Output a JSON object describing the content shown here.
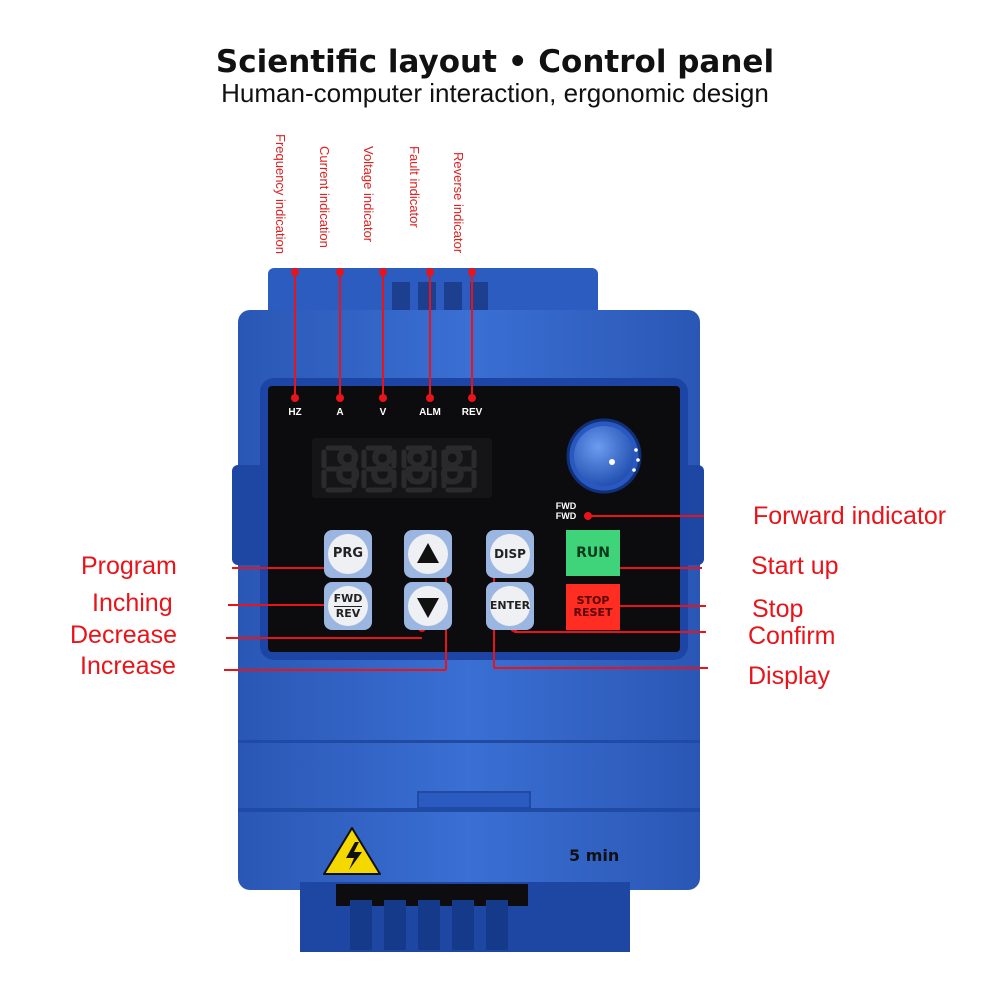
{
  "header": {
    "title": "Scientific layout • Control panel",
    "subtitle": "Human-computer interaction, ergonomic design"
  },
  "top_callouts": [
    {
      "id": "frequency",
      "text": "Frequency indication"
    },
    {
      "id": "current",
      "text": "Current indication"
    },
    {
      "id": "voltage",
      "text": "Voltage indicator"
    },
    {
      "id": "fault",
      "text": "Fault indicator"
    },
    {
      "id": "reverse",
      "text": "Reverse indicator"
    }
  ],
  "indicators": {
    "hz": "HZ",
    "a": "A",
    "v": "V",
    "alm": "ALM",
    "rev": "REV",
    "fwd_top": "FWD",
    "fwd_bottom": "FWD"
  },
  "display": {
    "digits": "8888"
  },
  "keys": {
    "prg": "PRG",
    "fwd": "FWD",
    "rev": "REV",
    "disp": "DISP",
    "enter": "ENTER",
    "run": "RUN",
    "stop": "STOP",
    "reset": "RESET"
  },
  "left_callouts": {
    "program": "Program",
    "inching": "Inching",
    "decrease": "Decrease",
    "increase": "Increase"
  },
  "right_callouts": {
    "forward": "Forward indicator",
    "start": "Start up",
    "stop": "Stop",
    "confirm": "Confirm",
    "display": "Display"
  },
  "label_warning": "5 min",
  "colors": {
    "body_blue": "#2f63c8",
    "body_dark": "#1e47a3",
    "panel_black": "#0c0c0e",
    "callout_red": "#e8141a",
    "run_green": "#3fd47a",
    "stop_red": "#ff2d22",
    "warning_yellow": "#f4d800"
  }
}
